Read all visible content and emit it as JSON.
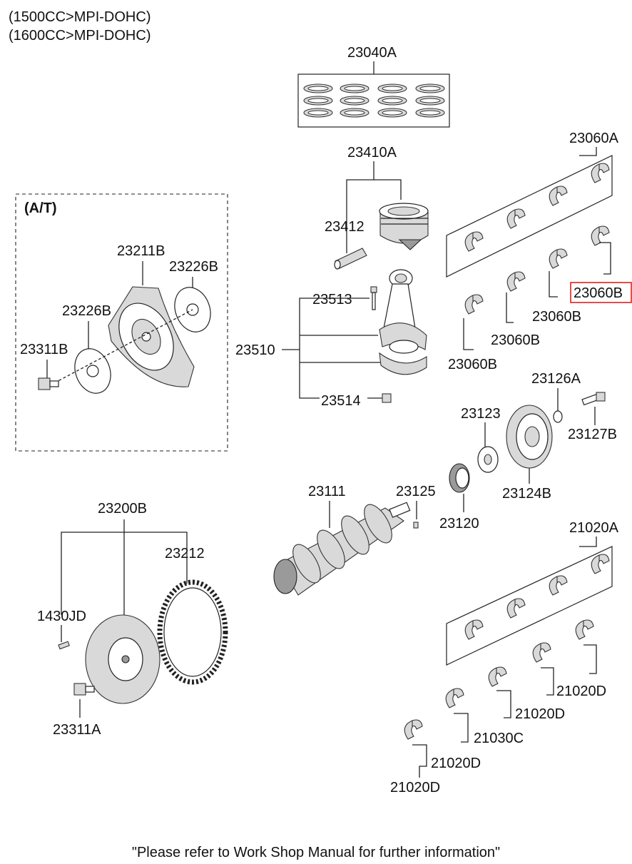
{
  "header": {
    "line1": "(1500CC>MPI-DOHC)",
    "line2": "(1600CC>MPI-DOHC)"
  },
  "section_at": "(A/T)",
  "parts": {
    "p23040A": "23040A",
    "p23410A": "23410A",
    "p23412": "23412",
    "p23513": "23513",
    "p23510": "23510",
    "p23514": "23514",
    "p23060A": "23060A",
    "p23060B_1": "23060B",
    "p23060B_2": "23060B",
    "p23060B_3": "23060B",
    "p23060B_4": "23060B",
    "p23211B": "23211B",
    "p23226B_1": "23226B",
    "p23226B_2": "23226B",
    "p23311B": "23311B",
    "p23126A": "23126A",
    "p23127B": "23127B",
    "p23123": "23123",
    "p23124B": "23124B",
    "p23111": "23111",
    "p23125": "23125",
    "p23120": "23120",
    "p23200B": "23200B",
    "p23212": "23212",
    "p1430JD": "1430JD",
    "p23311A": "23311A",
    "p21020A": "21020A",
    "p21020D_1": "21020D",
    "p21020D_2": "21020D",
    "p21030C": "21030C",
    "p21020D_3": "21020D",
    "p21020D_4": "21020D"
  },
  "highlight": "23060B",
  "footer_note": "\"Please refer to Work Shop Manual for further information\""
}
